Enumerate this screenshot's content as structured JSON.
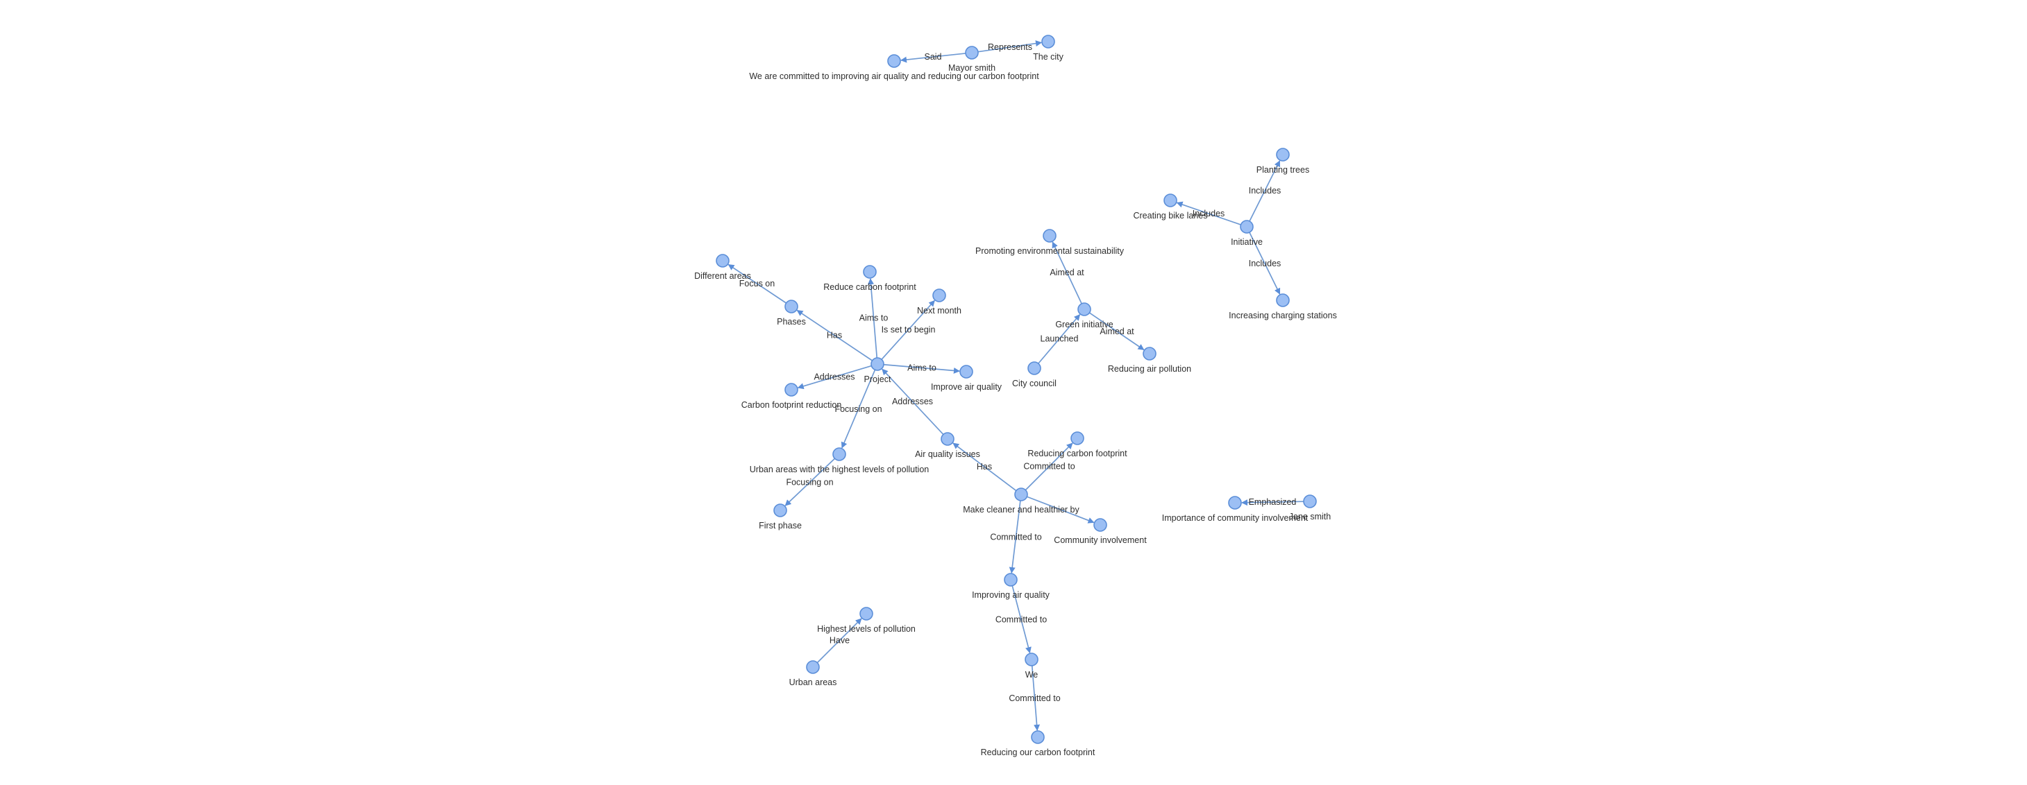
{
  "graph": {
    "style": {
      "node_fill": "#9cbff4",
      "node_stroke": "#5b8ed8",
      "edge_color": "#6f9ad3",
      "text_color": "#2e2e2e"
    },
    "nodes": [
      {
        "id": "said_quote",
        "label": "We are committed to improving air quality and reducing our carbon footprint"
      },
      {
        "id": "mayor",
        "label": "Mayor smith"
      },
      {
        "id": "city",
        "label": "The city"
      },
      {
        "id": "planting",
        "label": "Planting trees"
      },
      {
        "id": "bike",
        "label": "Creating bike lanes"
      },
      {
        "id": "initiative",
        "label": "Initiative"
      },
      {
        "id": "charging",
        "label": "Increasing charging stations"
      },
      {
        "id": "promoting",
        "label": "Promoting environmental sustainability"
      },
      {
        "id": "green",
        "label": "Green initiative"
      },
      {
        "id": "council",
        "label": "City council"
      },
      {
        "id": "reducing_air",
        "label": "Reducing air pollution"
      },
      {
        "id": "diff_areas",
        "label": "Different areas"
      },
      {
        "id": "phases",
        "label": "Phases"
      },
      {
        "id": "reduce_cf",
        "label": "Reduce carbon footprint"
      },
      {
        "id": "next_month",
        "label": "Next month"
      },
      {
        "id": "project",
        "label": "Project"
      },
      {
        "id": "improve_aq",
        "label": "Improve air quality"
      },
      {
        "id": "cf_reduction",
        "label": "Carbon footprint reduction"
      },
      {
        "id": "urban_high",
        "label": "Urban areas with the highest levels of pollution"
      },
      {
        "id": "first_phase",
        "label": "First phase"
      },
      {
        "id": "aq_issues",
        "label": "Air quality issues"
      },
      {
        "id": "reducing_cf",
        "label": "Reducing carbon footprint"
      },
      {
        "id": "make_cleaner",
        "label": "Make cleaner and healthier by"
      },
      {
        "id": "community",
        "label": "Community involvement"
      },
      {
        "id": "importance",
        "label": "Importance of community involvement"
      },
      {
        "id": "jane",
        "label": "Jane smith"
      },
      {
        "id": "improving_aq",
        "label": "Improving air quality"
      },
      {
        "id": "we",
        "label": "We"
      },
      {
        "id": "reducing_our",
        "label": "Reducing our carbon footprint"
      },
      {
        "id": "highest_levels",
        "label": "Highest levels of pollution"
      },
      {
        "id": "urban",
        "label": "Urban areas"
      }
    ],
    "edges": [
      {
        "from": "mayor",
        "to": "said_quote",
        "label": "Said"
      },
      {
        "from": "mayor",
        "to": "city",
        "label": "Represents"
      },
      {
        "from": "initiative",
        "to": "planting",
        "label": "Includes"
      },
      {
        "from": "initiative",
        "to": "bike",
        "label": "Includes"
      },
      {
        "from": "initiative",
        "to": "charging",
        "label": "Includes"
      },
      {
        "from": "green",
        "to": "promoting",
        "label": "Aimed at"
      },
      {
        "from": "green",
        "to": "reducing_air",
        "label": "Aimed at"
      },
      {
        "from": "council",
        "to": "green",
        "label": "Launched"
      },
      {
        "from": "phases",
        "to": "diff_areas",
        "label": "Focus on"
      },
      {
        "from": "project",
        "to": "phases",
        "label": "Has"
      },
      {
        "from": "project",
        "to": "reduce_cf",
        "label": "Aims to"
      },
      {
        "from": "project",
        "to": "next_month",
        "label": "Is set to begin"
      },
      {
        "from": "project",
        "to": "improve_aq",
        "label": "Aims to"
      },
      {
        "from": "project",
        "to": "cf_reduction",
        "label": "Addresses"
      },
      {
        "from": "project",
        "to": "urban_high",
        "label": "Focusing on"
      },
      {
        "from": "aq_issues",
        "to": "project",
        "label": "Addresses"
      },
      {
        "from": "urban_high",
        "to": "first_phase",
        "label": "Focusing on"
      },
      {
        "from": "make_cleaner",
        "to": "aq_issues",
        "label": "Has"
      },
      {
        "from": "make_cleaner",
        "to": "reducing_cf",
        "label": "Committed to"
      },
      {
        "from": "make_cleaner",
        "to": "community",
        "label": ""
      },
      {
        "from": "make_cleaner",
        "to": "improving_aq",
        "label": "Committed to"
      },
      {
        "from": "improving_aq",
        "to": "we",
        "label": "Committed to"
      },
      {
        "from": "we",
        "to": "reducing_our",
        "label": "Committed to"
      },
      {
        "from": "jane",
        "to": "importance",
        "label": "Emphasized"
      },
      {
        "from": "urban",
        "to": "highest_levels",
        "label": "Have"
      }
    ]
  }
}
